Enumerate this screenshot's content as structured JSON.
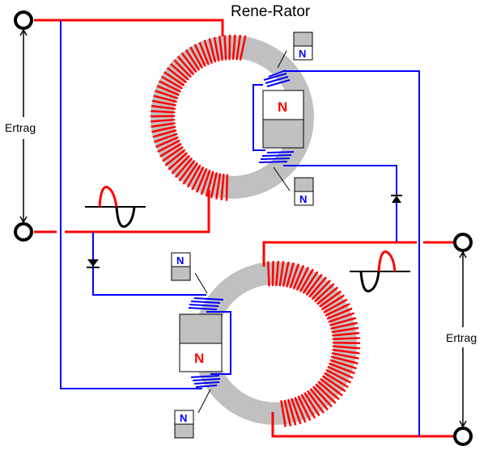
{
  "title": "Rene-Rator",
  "labels": {
    "output_left": "Ertrag",
    "output_right": "Ertrag",
    "magnet_pole": "N",
    "sensor_pole": "N"
  },
  "colors": {
    "output_winding": "#ff0000",
    "control_winding": "#0000ff",
    "core": "#c0c0c0",
    "terminal": "#000000",
    "magnet_gray": "#c0c0c0"
  },
  "components": {
    "toroid_cores": 2,
    "main_magnets": 2,
    "small_magnets": 4,
    "diodes": 2,
    "terminals": 4,
    "sine_symbols": 2
  }
}
